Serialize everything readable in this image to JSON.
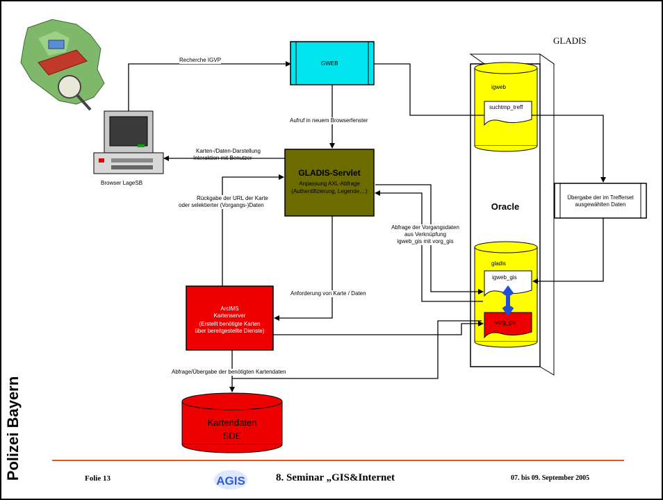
{
  "header": {
    "system_name": "GLADIS"
  },
  "side_label": "Polizei Bayern",
  "client": {
    "label": "Browser LageSB"
  },
  "nodes": {
    "gweb": "GWEB",
    "servlet_title": "GLADIS-Servlet",
    "servlet_line1": "Anpassung AXL-Abfrage",
    "servlet_line2": "(Authentifizierung, Legende,...)",
    "arcims_line1": "ArcIMS",
    "arcims_line2": "Kartenserver",
    "arcims_line3": "(Erstellt benötigte Karten",
    "arcims_line4": "über bereitgestellte Dienste)",
    "kartendaten_line1": "Kartendaten",
    "kartendaten_line2": "SDE",
    "oracle": "Oracle",
    "db_igweb": "igweb",
    "tbl_suchtmp": "suchtmp_treff",
    "db_gladis": "gladis",
    "tbl_igweb_gis": "igweb_gis",
    "tbl_vorg_gis": "vorg_gis",
    "uebergabe_line1": "Übergabe der im Trefferset",
    "uebergabe_line2": "ausgewählten Daten"
  },
  "edges": {
    "recherche": "Recherche IGVP",
    "aufruf": "Aufruf in neuem Browserfenster",
    "karten_darstellung_line1": "Karten-/Daten-Darstellung",
    "karten_darstellung_line2": "Interaktion mit Benutzer",
    "rueckgabe_line1": "Rückgabe der URL der Karte",
    "rueckgabe_line2": "oder selektierter (Vorgangs-)Daten",
    "abfrage_line1": "Abfrage der Vorgangsdaten",
    "abfrage_line2": "aus Verknüpfung",
    "abfrage_line3": "igweb_gis mit vorg_gis",
    "anforderung": "Anforderung von Karte / Daten",
    "kartendaten_abfrage": "Abfrage/Übergabe der benötigten Kartendaten"
  },
  "footer": {
    "folie": "Folie 13",
    "logo_text": "AGIS",
    "seminar": "8. Seminar „GIS&Internet",
    "date": "07. bis 09. September 2005"
  },
  "colors": {
    "gweb": "#00e5ee",
    "servlet": "#6b6b00",
    "red": "#ee0000",
    "yellow": "#ffff00",
    "footer_line": "#e8552a"
  }
}
